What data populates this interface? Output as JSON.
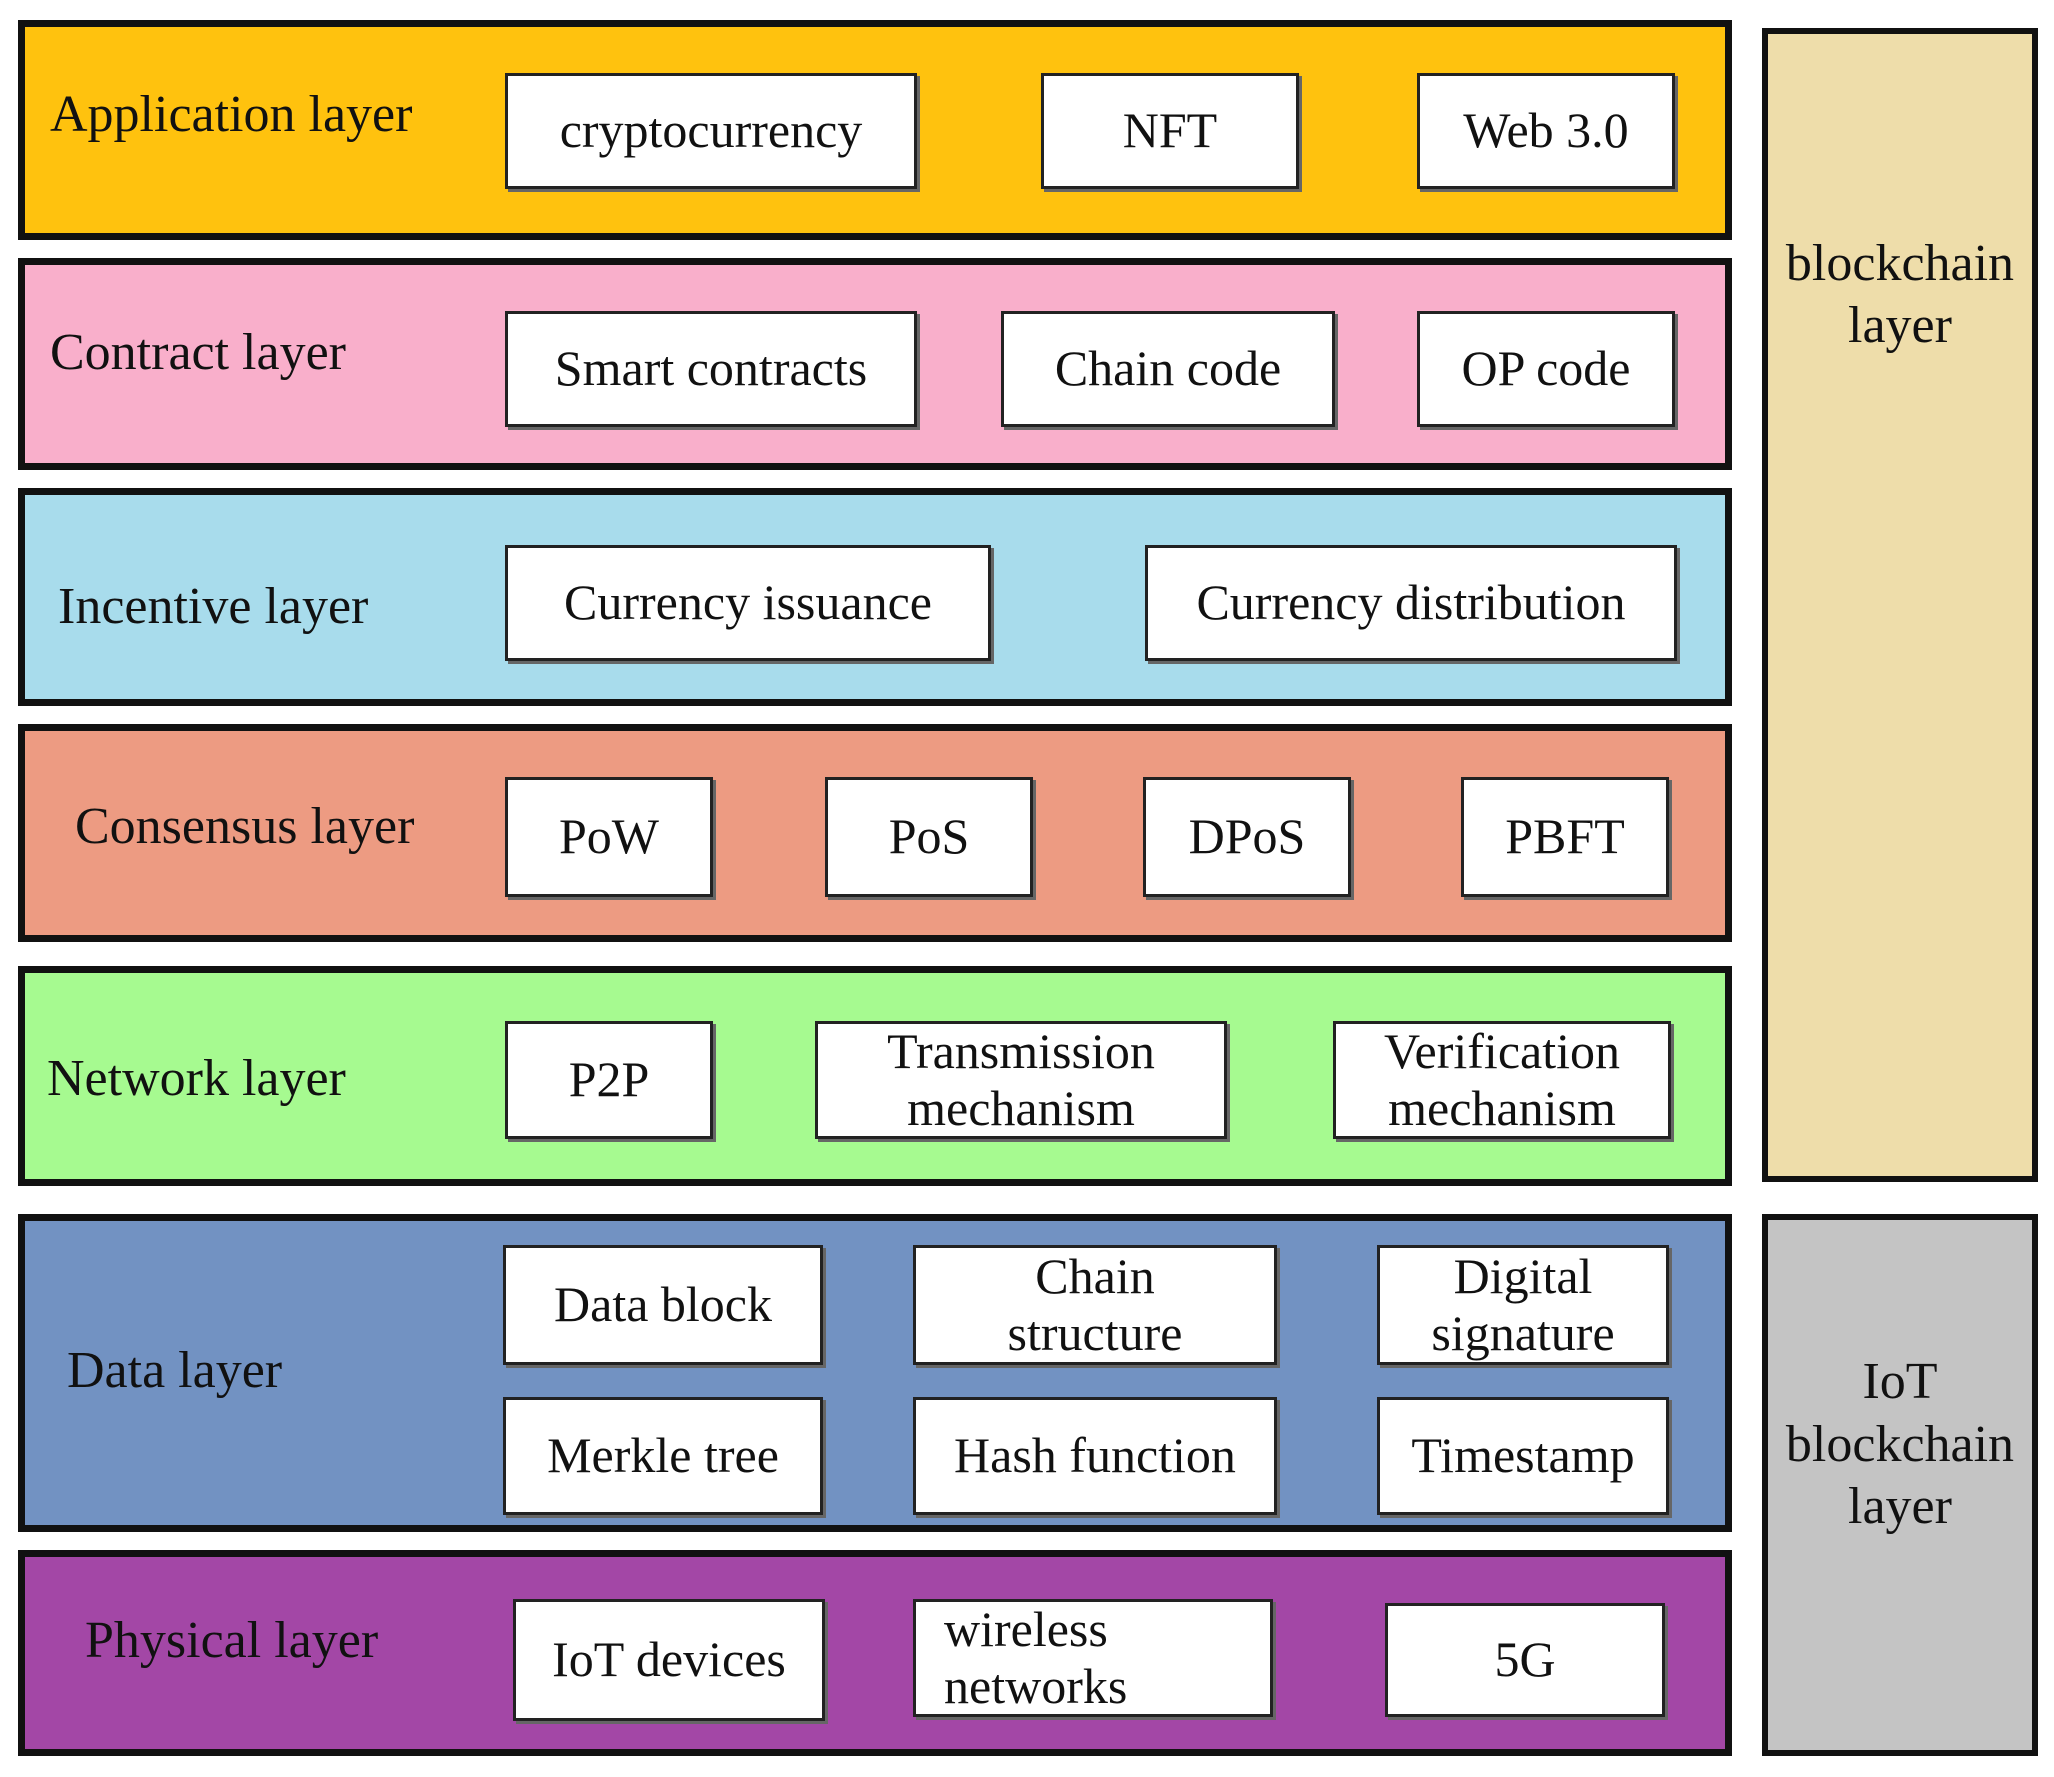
{
  "colors": {
    "application": "#FFC20E",
    "contract": "#F9AFCB",
    "incentive": "#A8DCEC",
    "consensus": "#ED9B82",
    "network": "#A6FA90",
    "data": "#7292C2",
    "physical": "#A347A6",
    "blockchain_side": "#EEDDAA",
    "iot_side": "#C4C4C4"
  },
  "layers": [
    {
      "label": "Application layer",
      "items": [
        "cryptocurrency",
        "NFT",
        "Web 3.0"
      ]
    },
    {
      "label": "Contract layer",
      "items": [
        "Smart contracts",
        "Chain code",
        "OP code"
      ]
    },
    {
      "label": "Incentive layer",
      "items": [
        "Currency issuance",
        "Currency distribution"
      ]
    },
    {
      "label": "Consensus layer",
      "items": [
        "PoW",
        "PoS",
        "DPoS",
        "PBFT"
      ]
    },
    {
      "label": "Network layer",
      "items": [
        "P2P",
        "Transmission\nmechanism",
        "Verification\nmechanism"
      ]
    },
    {
      "label": "Data layer",
      "items": [
        "Data block",
        "Chain\nstructure",
        "Digital\nsignature",
        "Merkle tree",
        "Hash function",
        "Timestamp"
      ]
    },
    {
      "label": "Physical layer",
      "items": [
        "IoT devices",
        "wireless\nnetworks",
        "5G"
      ]
    }
  ],
  "side_groups": [
    {
      "label": "blockchain\nlayer"
    },
    {
      "label": "IoT\nblockchain\nlayer"
    }
  ]
}
